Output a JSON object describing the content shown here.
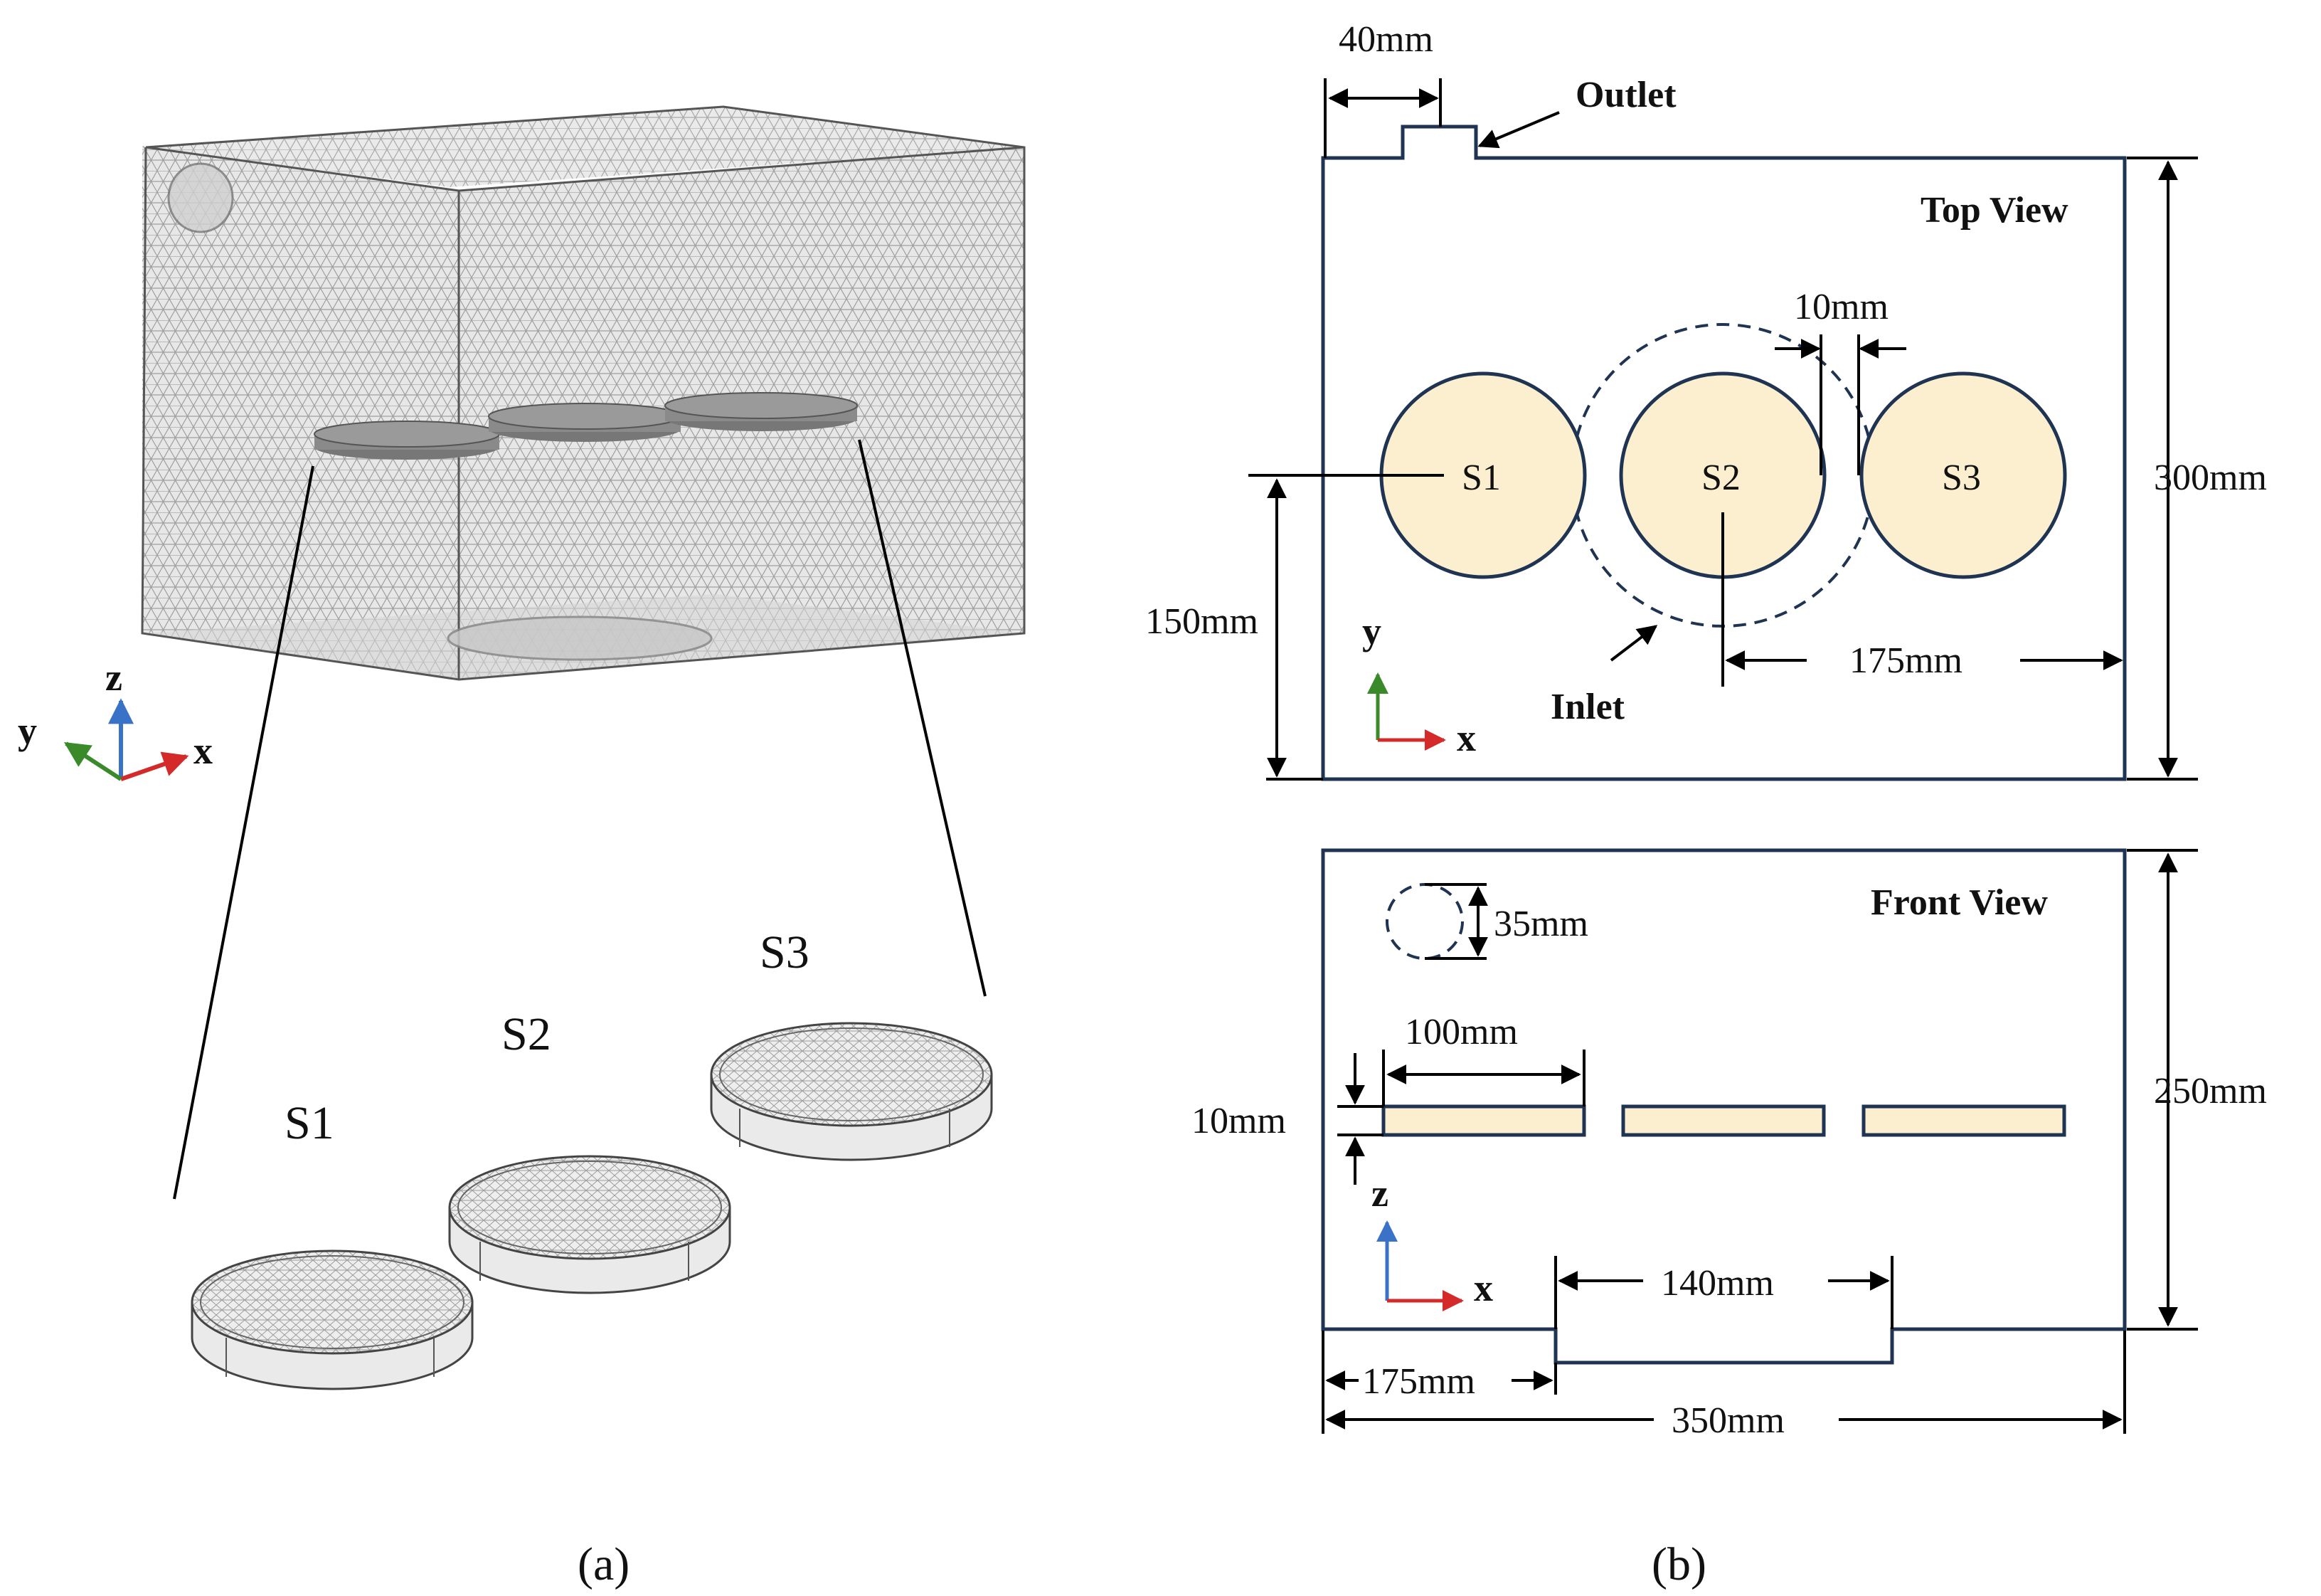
{
  "panel_a": {
    "caption": "(a)",
    "axes": {
      "z": "z",
      "y": "y",
      "x": "x"
    },
    "samples": [
      "S1",
      "S2",
      "S3"
    ],
    "colors": {
      "x_axis": "#d42a2a",
      "y_axis": "#3a8a2a",
      "z_axis": "#3a72c8"
    }
  },
  "panel_b": {
    "caption": "(b)",
    "top_view": {
      "title": "Top View",
      "outlet_label": "Outlet",
      "inlet_label": "Inlet",
      "samples": [
        "S1",
        "S2",
        "S3"
      ],
      "dims": {
        "outlet_offset": "40mm",
        "gap": "10mm",
        "height": "300mm",
        "center_y": "150mm",
        "center_x": "175mm"
      },
      "axes": {
        "y": "y",
        "x": "x"
      }
    },
    "front_view": {
      "title": "Front View",
      "dims": {
        "inlet_dia": "35mm",
        "sample_width": "100mm",
        "sample_thick": "10mm",
        "height": "250mm",
        "inlet_width": "140mm",
        "inlet_offset": "175mm",
        "width": "350mm"
      },
      "axes": {
        "z": "z",
        "x": "x"
      }
    },
    "colors": {
      "outline": "#1f3352",
      "sample_fill": "#fcefcf"
    }
  }
}
